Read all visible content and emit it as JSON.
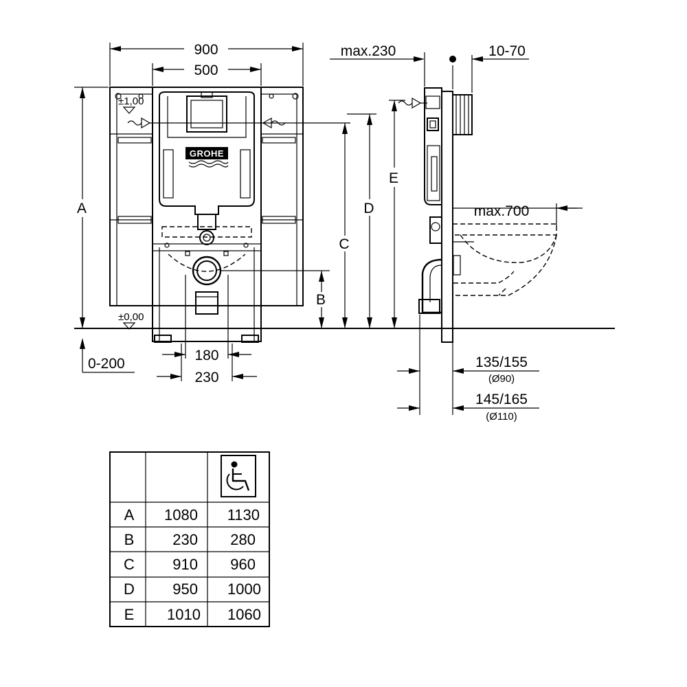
{
  "front_view": {
    "width_900": "900",
    "width_500": "500",
    "level_top": "±1,00",
    "level_floor": "±0,00",
    "floor_adjust": "0-200",
    "spacing_180": "180",
    "spacing_230": "230",
    "brand_logo": "GROHE",
    "labels": [
      "A",
      "B",
      "C",
      "D",
      "E"
    ]
  },
  "side_view": {
    "max_230": "max.230",
    "range_10_70": "10-70",
    "max_700": "max.700",
    "dim_135_155": "135/155",
    "dia_90": "(Ø90)",
    "dim_145_165": "145/165",
    "dia_110": "(Ø110)",
    "label_e": "E"
  },
  "table": {
    "header_icon": "wheelchair-accessible-icon",
    "rows": [
      {
        "key": "A",
        "standard": "1080",
        "accessible": "1130"
      },
      {
        "key": "B",
        "standard": "230",
        "accessible": "280"
      },
      {
        "key": "C",
        "standard": "910",
        "accessible": "960"
      },
      {
        "key": "D",
        "standard": "950",
        "accessible": "1000"
      },
      {
        "key": "E",
        "standard": "1010",
        "accessible": "1060"
      }
    ]
  }
}
